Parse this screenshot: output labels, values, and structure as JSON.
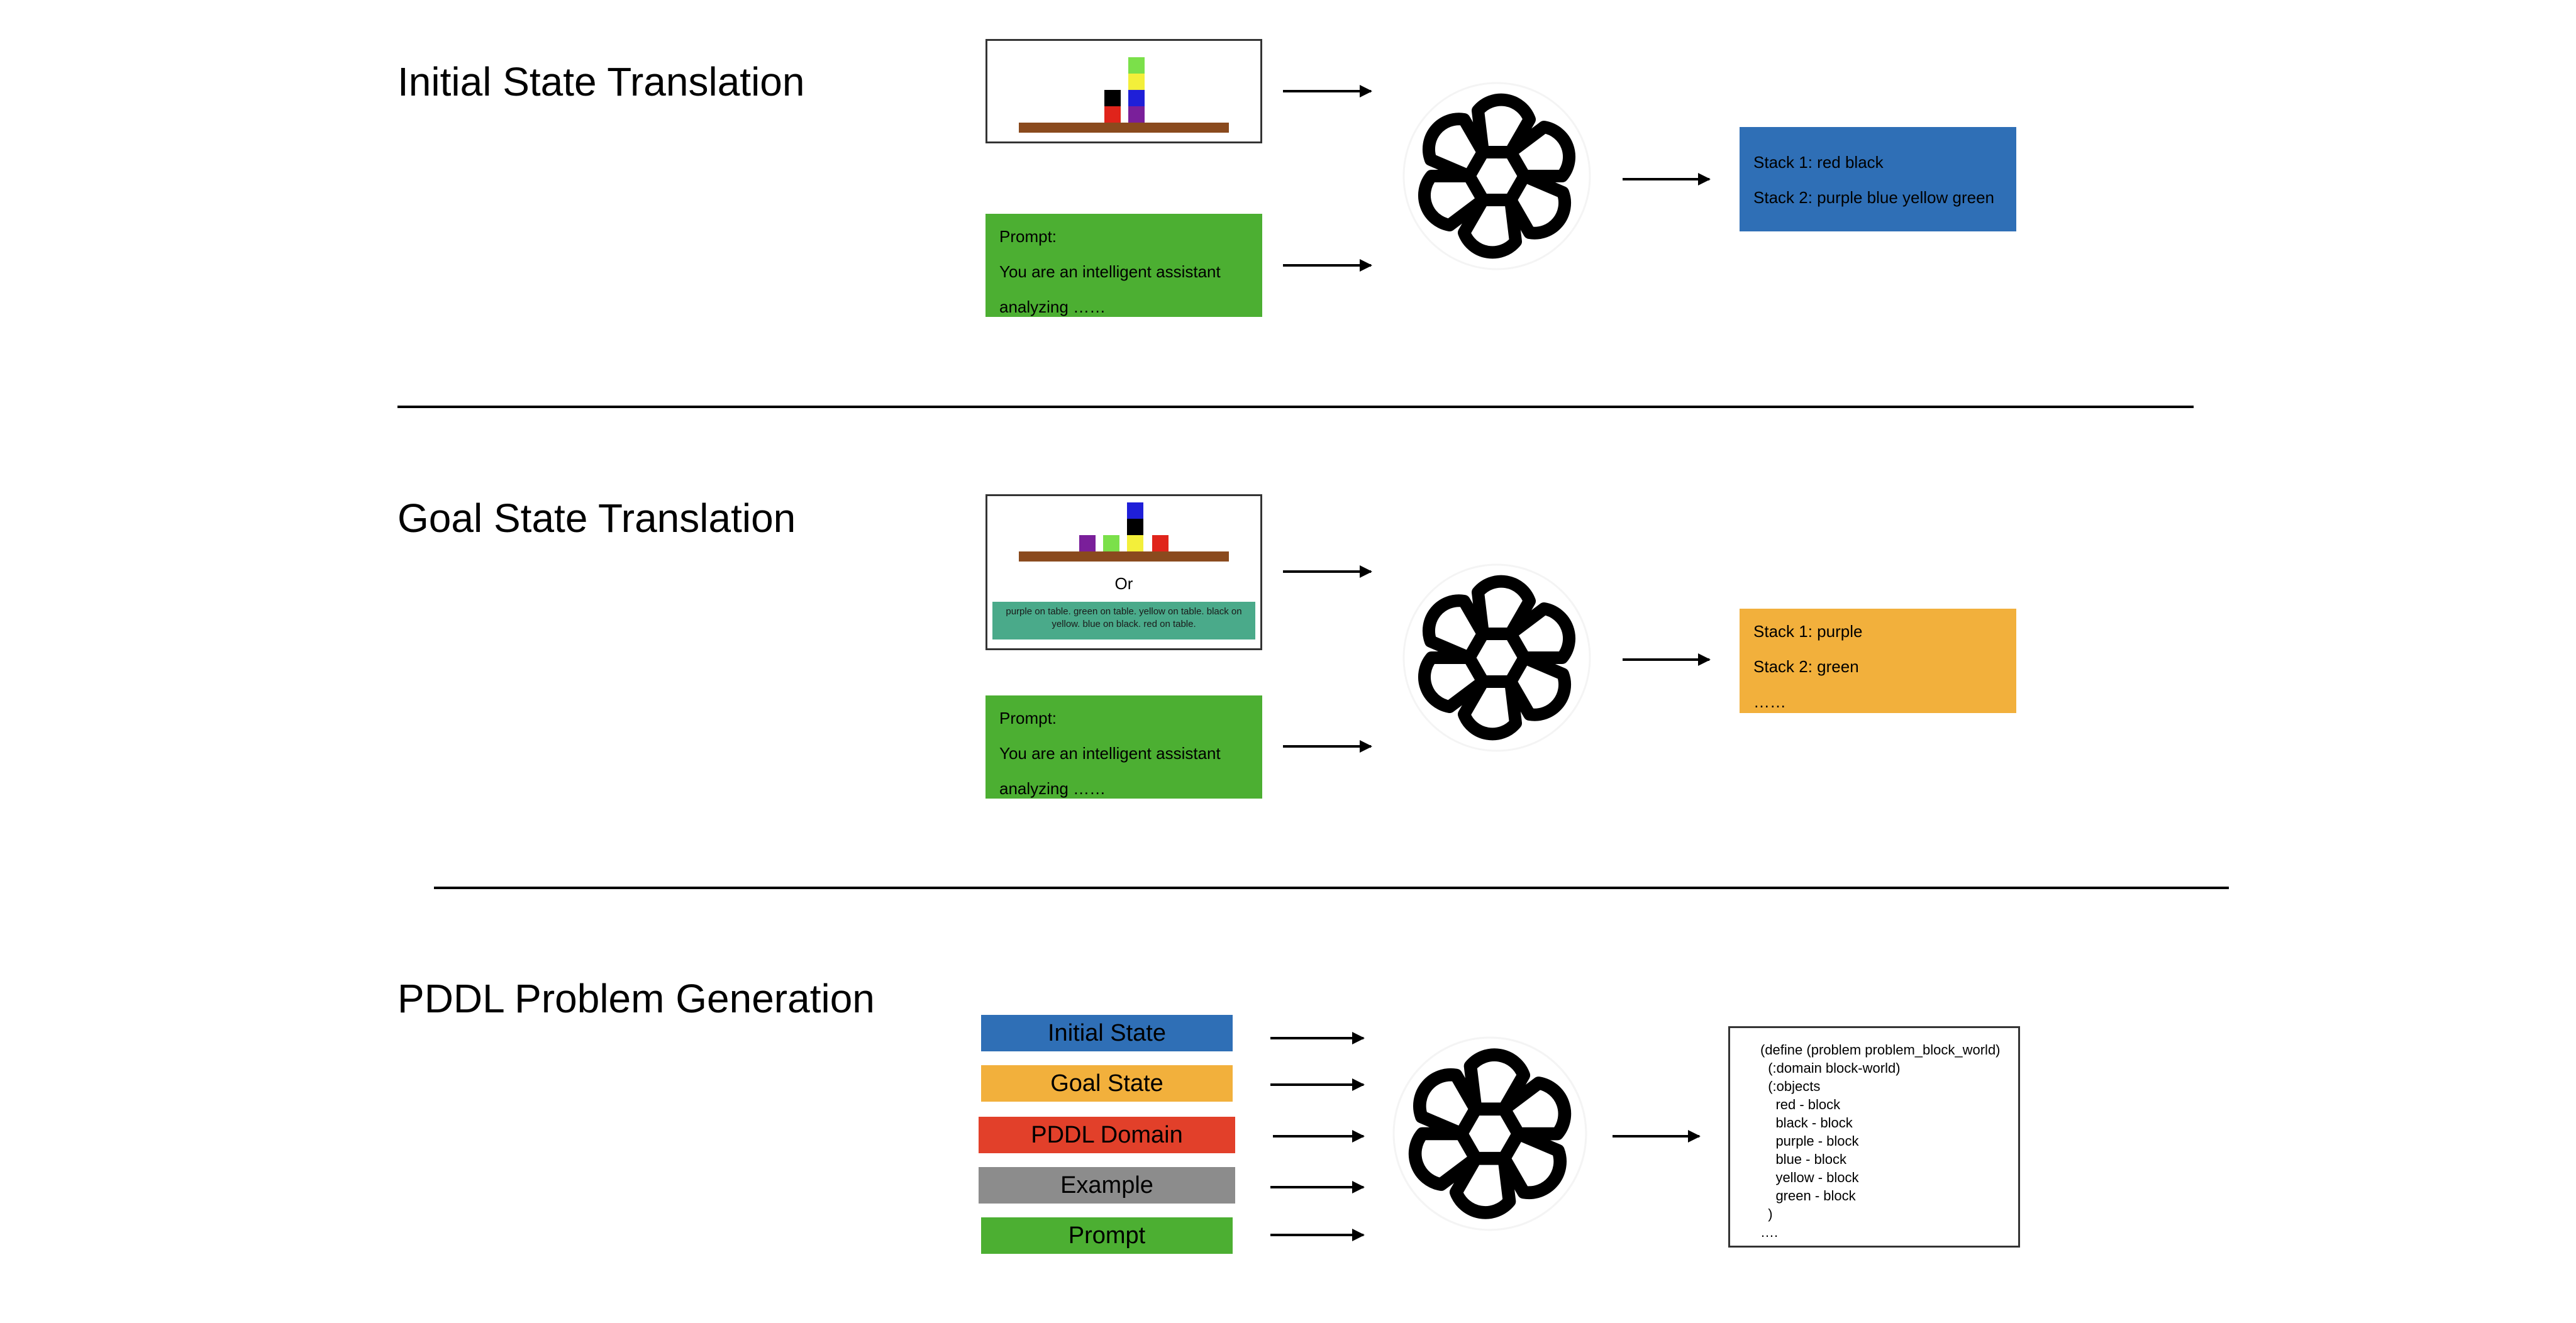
{
  "sections": {
    "initial": {
      "title": "Initial State Translation",
      "prompt": [
        "Prompt:",
        "You are an intelligent assistant",
        "analyzing ……"
      ],
      "output": [
        "Stack 1: red black",
        "Stack 2: purple blue yellow green"
      ],
      "blocks": [
        "red",
        "black",
        "purple",
        "blue",
        "yellow",
        "green"
      ]
    },
    "goal": {
      "title": "Goal State Translation",
      "or_label": "Or",
      "text_description": "purple on table. green on table. yellow on table. black on yellow. blue on black. red on table.",
      "prompt": [
        "Prompt:",
        "You are an intelligent assistant",
        "analyzing ……"
      ],
      "output": [
        "Stack 1: purple",
        "Stack 2: green",
        "……"
      ],
      "blocks": [
        "purple",
        "green",
        "yellow",
        "black",
        "blue",
        "red"
      ]
    },
    "pddl": {
      "title": "PDDL Problem Generation",
      "inputs": [
        {
          "label": "Initial State",
          "color": "#2f6fb6"
        },
        {
          "label": "Goal State",
          "color": "#f2b03c"
        },
        {
          "label": "PDDL Domain",
          "color": "#e2402a"
        },
        {
          "label": "Example",
          "color": "#8c8c8c"
        },
        {
          "label": "Prompt",
          "color": "#4caf32"
        }
      ],
      "code": [
        "(define (problem problem_block_world)",
        "  (:domain block-world)",
        "  (:objects",
        "    red - block",
        "    black - block",
        "    purple - block",
        "    blue - block",
        "    yellow - block",
        "    green - block",
        "  )",
        "…."
      ]
    }
  },
  "colors": {
    "red": "#e0241b",
    "black": "#000000",
    "purple": "#7a1f9a",
    "blue": "#1f1fd8",
    "yellow": "#f3ef3a",
    "green": "#7be04a",
    "ground": "#8a4a1e"
  },
  "icons": {
    "model": "openai-logo-icon",
    "arrow": "right-arrow-icon"
  }
}
